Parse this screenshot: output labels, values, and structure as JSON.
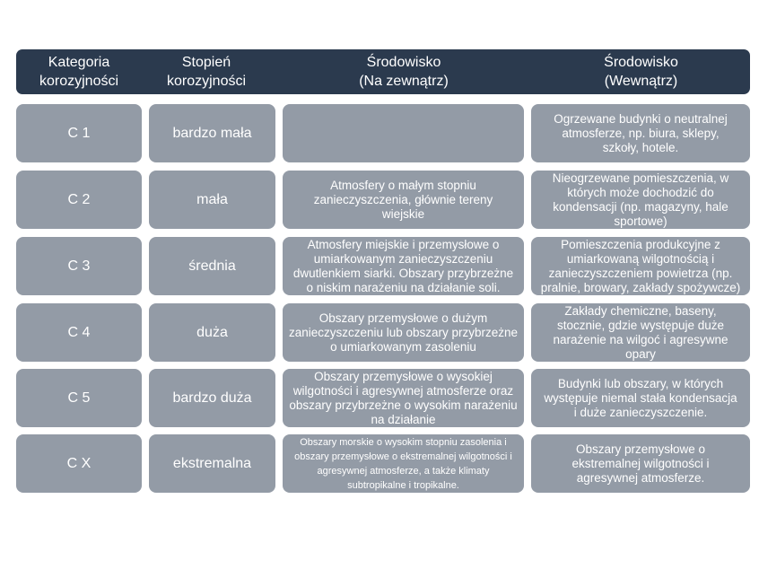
{
  "header": {
    "col1": "Kategoria\nkorozyjności",
    "col2": "Stopień\nkorozyjności",
    "col3": "Środowisko\n(Na zewnątrz)",
    "col4": "Środowisko\n(Wewnątrz)"
  },
  "rows": [
    {
      "category": "C 1",
      "degree": "bardzo mała",
      "outdoor": "",
      "indoor": "Ogrzewane budynki o neutralnej\natmosferze, np. biura, sklepy,\nszkoły, hotele."
    },
    {
      "category": "C 2",
      "degree": "mała",
      "outdoor": "Atmosfery o małym stopniu\nzanieczyszczenia, głównie tereny\nwiejskie",
      "indoor": "Nieogrzewane pomieszczenia, w\nktórych może dochodzić do\nkondensacji (np. magazyny, hale\nsportowe)"
    },
    {
      "category": "C 3",
      "degree": "średnia",
      "outdoor": "Atmosfery miejskie i przemysłowe o\numiarkowanym zanieczyszczeniu\ndwutlenkiem siarki. Obszary przybrzeżne\no niskim narażeniu na działanie soli.",
      "indoor": "Pomieszczenia produkcyjne z\numiarkowaną wilgotnością i\nzanieczyszczeniem powietrza (np.\npralnie, browary, zakłady spożywcze)"
    },
    {
      "category": "C 4",
      "degree": "duża",
      "outdoor": "Obszary przemysłowe o dużym\nzanieczyszczeniu lub obszary przybrzeżne\no umiarkowanym zasoleniu",
      "indoor": "Zakłady chemiczne, baseny,\nstocznie, gdzie występuje duże\nnarażenie na wilgoć i agresywne\nopary"
    },
    {
      "category": "C 5",
      "degree": "bardzo duża",
      "outdoor": "Obszary przemysłowe o wysokiej\nwilgotności i agresywnej atmosferze oraz\nobszary przybrzeżne o wysokim narażeniu\nna działanie",
      "indoor": "Budynki lub obszary, w których\nwystępuje niemal stała kondensacja\ni duże zanieczyszczenie."
    },
    {
      "category": "C X",
      "degree": "ekstremalna",
      "outdoor": "Obszary morskie o wysokim stopniu zasolenia i\nobszary przemysłowe o ekstremalnej wilgotności i\nagresywnej atmosferze, a także klimaty\nsubtropikalne i tropikalne.",
      "indoor": "Obszary przemysłowe o\nekstremalnej wilgotności i\nagresywnej atmosferze."
    }
  ]
}
